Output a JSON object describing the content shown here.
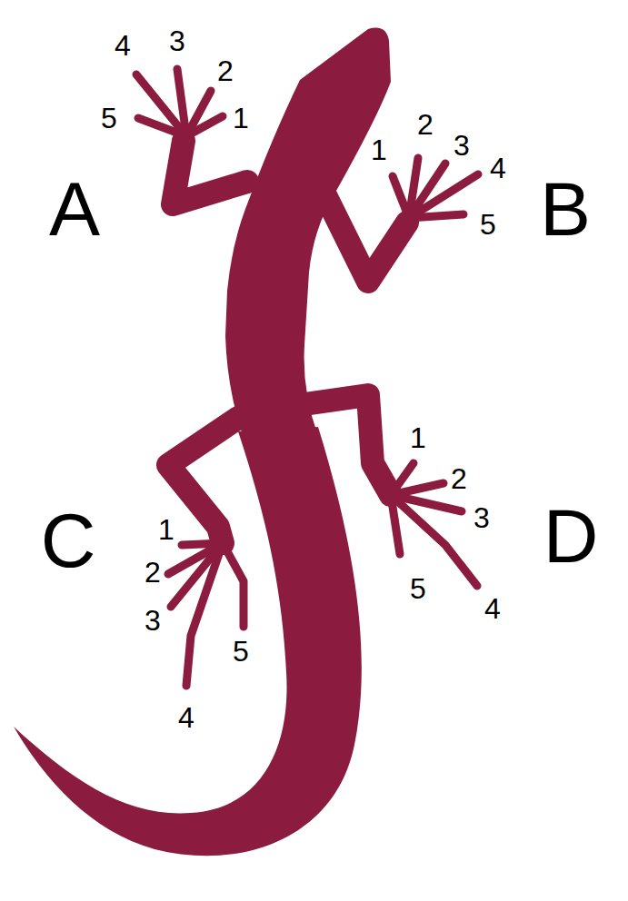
{
  "diagram": {
    "labels": [
      "4",
      "3",
      "2",
      "5",
      "1",
      "A",
      "1",
      "2",
      "3",
      "4",
      "5",
      "B",
      "1",
      "2",
      "3",
      "5",
      "4",
      "1",
      "2",
      "3",
      "5",
      "4",
      "C",
      "D"
    ]
  }
}
